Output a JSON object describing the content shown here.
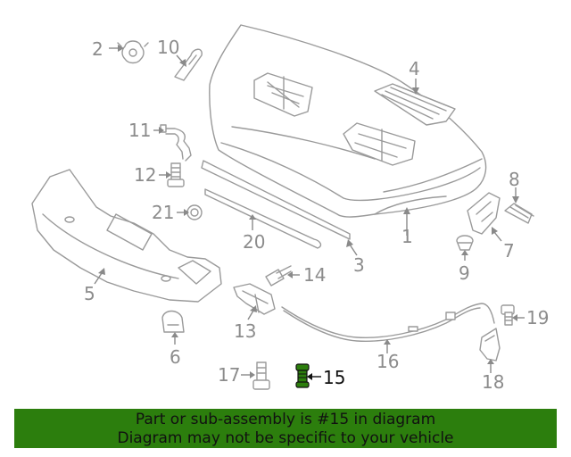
{
  "diagram": {
    "highlight_color": "#2c7e0d",
    "callouts": {
      "c1": "1",
      "c2": "2",
      "c3": "3",
      "c4": "4",
      "c5": "5",
      "c6": "6",
      "c7": "7",
      "c8": "8",
      "c9": "9",
      "c10": "10",
      "c11": "11",
      "c12": "12",
      "c13": "13",
      "c14": "14",
      "c15": "15",
      "c16": "16",
      "c17": "17",
      "c18": "18",
      "c19": "19",
      "c20": "20",
      "c21": "21"
    }
  },
  "banner": {
    "line1": "Part or sub-assembly is #15 in diagram",
    "line2": "Diagram may not be specific to your vehicle",
    "background": "#2c7e0d"
  }
}
